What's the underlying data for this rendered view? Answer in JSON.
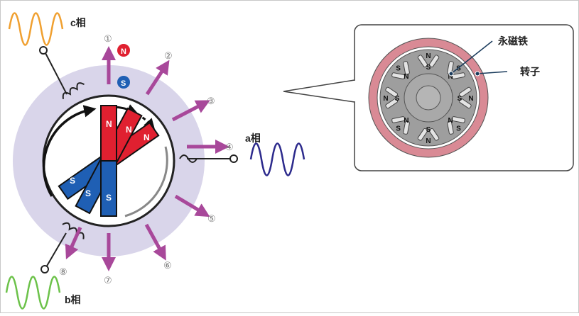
{
  "labels": {
    "phase_c": "c相",
    "phase_a": "a相",
    "phase_b": "b相",
    "permanent_magnet": "永磁铁",
    "rotor": "转子",
    "north": "N",
    "south": "S"
  },
  "positions": [
    "①",
    "②",
    "③",
    "④",
    "⑤",
    "⑥",
    "⑦",
    "⑧"
  ],
  "colors": {
    "phase_a_wave": "#2c2a8c",
    "phase_b_wave": "#6cc24a",
    "phase_c_wave": "#f0a030",
    "arrow": "#a8489a",
    "stator_halo": "#d9d5ea",
    "magnet_north": "#e02030",
    "magnet_south": "#1f5fb4",
    "rotor_ring": "#d98a95",
    "rotor_body": "#9e9e9e"
  }
}
